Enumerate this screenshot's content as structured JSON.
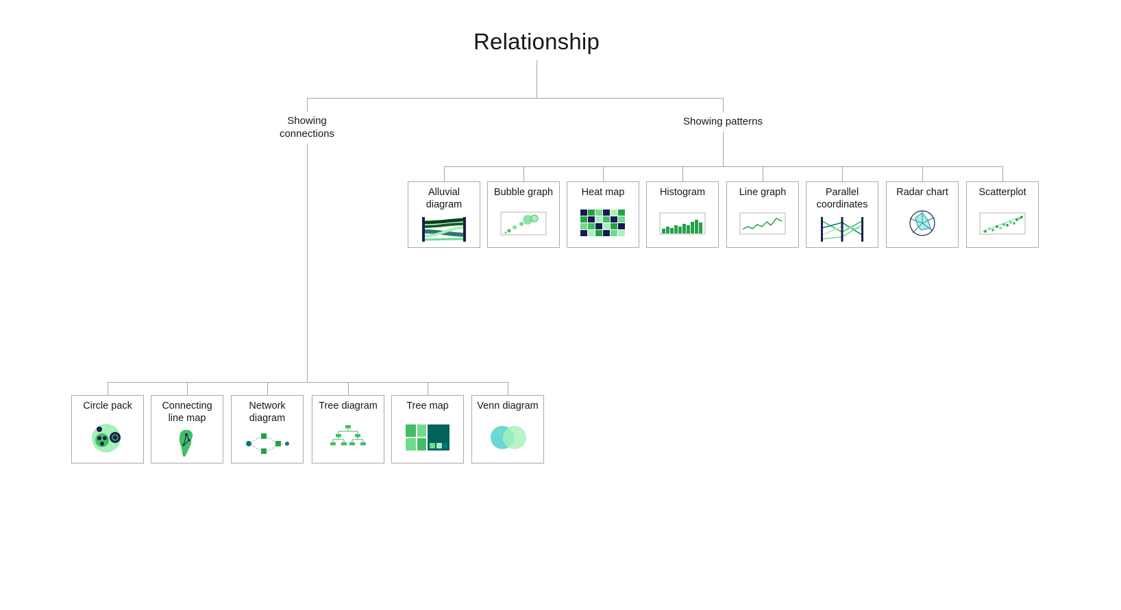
{
  "title": "Relationship",
  "branches": [
    {
      "label": "Showing\nconnections",
      "items": [
        {
          "label": "Circle pack",
          "icon": "circle-pack-icon"
        },
        {
          "label": "Connecting\nline map",
          "icon": "connecting-line-map-icon"
        },
        {
          "label": "Network\ndiagram",
          "icon": "network-diagram-icon"
        },
        {
          "label": "Tree diagram",
          "icon": "tree-diagram-icon"
        },
        {
          "label": "Tree map",
          "icon": "tree-map-icon"
        },
        {
          "label": "Venn diagram",
          "icon": "venn-diagram-icon"
        }
      ]
    },
    {
      "label": "Showing patterns",
      "items": [
        {
          "label": "Alluvial\ndiagram",
          "icon": "alluvial-diagram-icon"
        },
        {
          "label": "Bubble graph",
          "icon": "bubble-graph-icon"
        },
        {
          "label": "Heat map",
          "icon": "heat-map-icon"
        },
        {
          "label": "Histogram",
          "icon": "histogram-icon"
        },
        {
          "label": "Line graph",
          "icon": "line-graph-icon"
        },
        {
          "label": "Parallel\ncoordinates",
          "icon": "parallel-coordinates-icon"
        },
        {
          "label": "Radar chart",
          "icon": "radar-chart-icon"
        },
        {
          "label": "Scatterplot",
          "icon": "scatterplot-icon"
        }
      ]
    }
  ],
  "colors": {
    "text": "#161616",
    "connector": "#a3a3a3",
    "card_border": "#a9a9a9",
    "green": "#24a148",
    "mid_green": "#42be65",
    "light_green": "#6fdc8c",
    "pale_green": "#a7f0ba",
    "navy": "#1c1f4a",
    "teal": "#007d79",
    "light_teal": "#08bdba"
  }
}
